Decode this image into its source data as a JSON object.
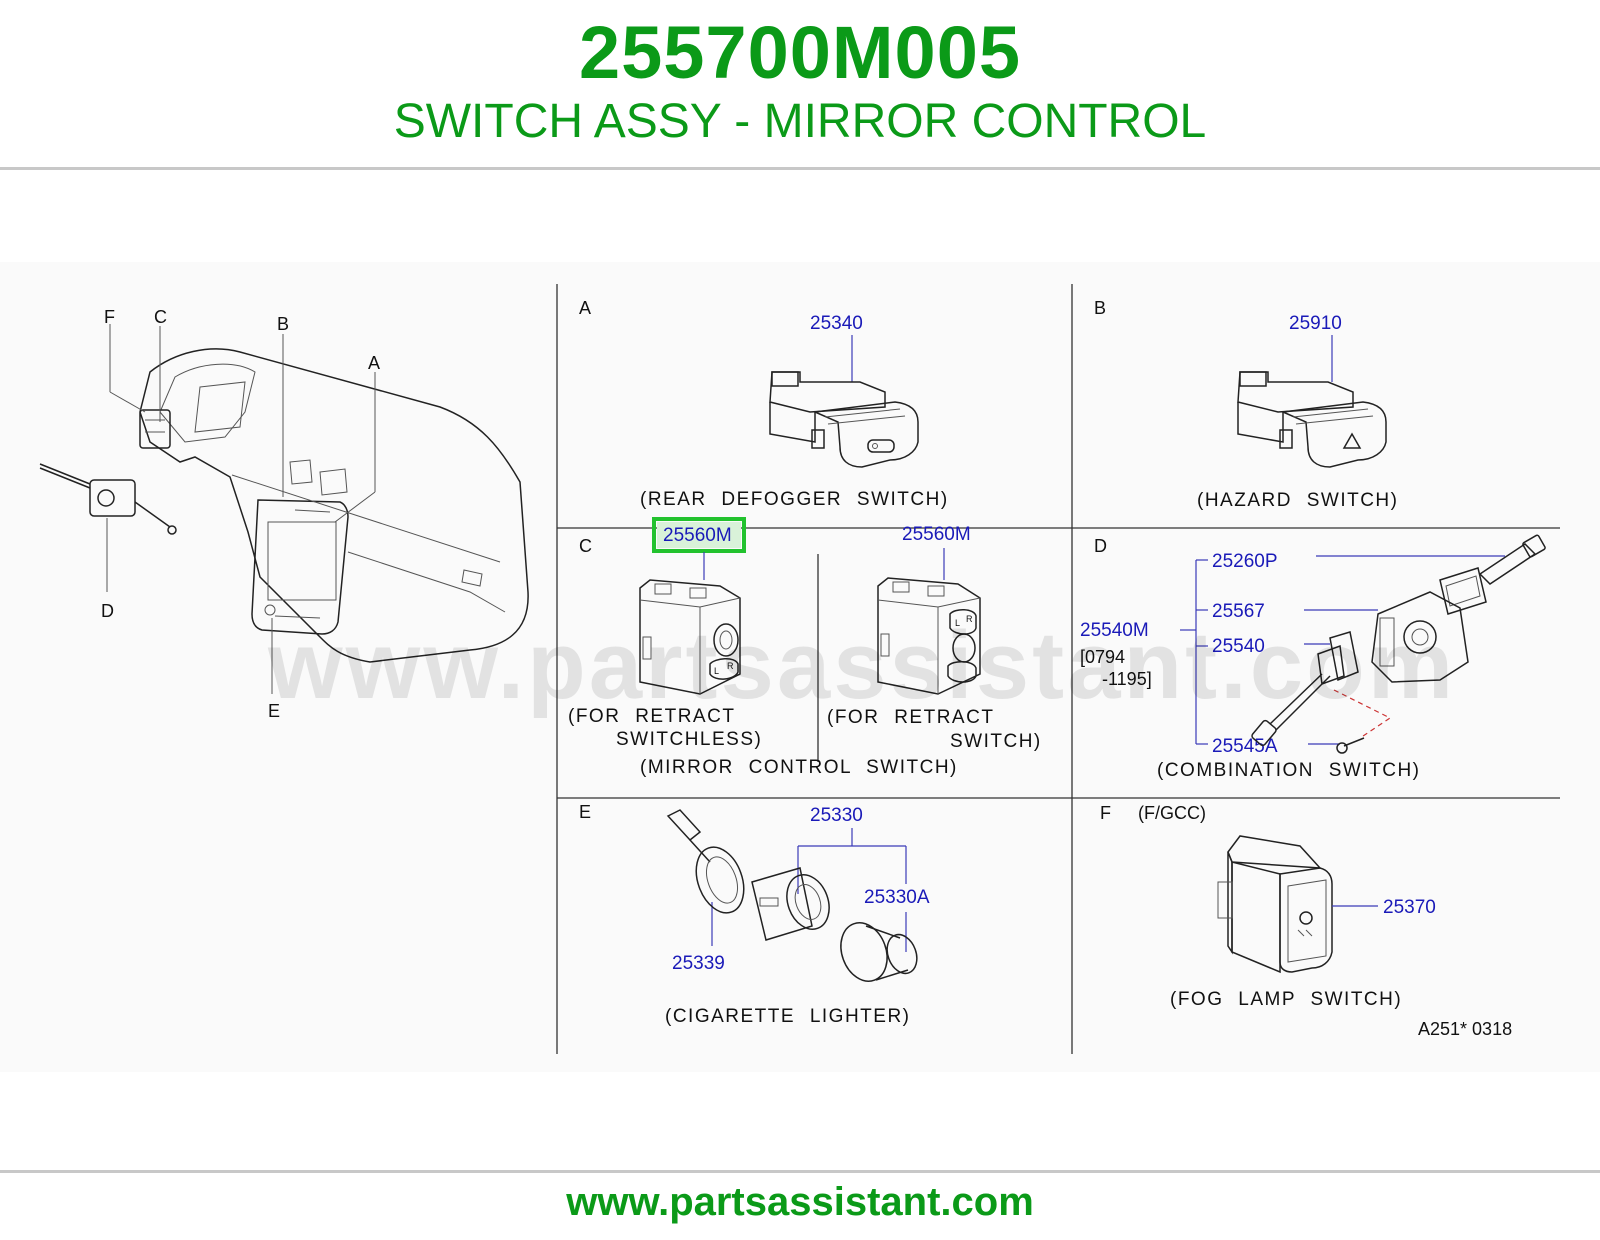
{
  "header": {
    "part_number": "255700M005",
    "part_description": "SWITCH ASSY - MIRROR CONTROL"
  },
  "overview": {
    "labels": {
      "A": "A",
      "B": "B",
      "C": "C",
      "D": "D",
      "E": "E",
      "F": "F"
    }
  },
  "panels": {
    "A": {
      "letter": "A",
      "part": "25340",
      "caption": "(REAR  DEFOGGER  SWITCH)"
    },
    "B": {
      "letter": "B",
      "part": "25910",
      "caption": "(HAZARD  SWITCH)"
    },
    "C": {
      "letter": "C",
      "left_part": "25560M",
      "left_caption_1": "(FOR  RETRACT",
      "left_caption_2": "SWITCHLESS)",
      "right_part": "25560M",
      "right_caption_1": "(FOR  RETRACT",
      "right_caption_2": "SWITCH)",
      "caption": "(MIRROR  CONTROL  SWITCH)"
    },
    "D": {
      "letter": "D",
      "assembly_part": "25540M",
      "date_range_1": "[0794",
      "date_range_2": "-1195]",
      "parts": [
        "25260P",
        "25567",
        "25540",
        "25545A"
      ],
      "caption": "(COMBINATION  SWITCH)"
    },
    "E": {
      "letter": "E",
      "parts": {
        "socket": "25339",
        "lighter": "25330",
        "knob": "25330A"
      },
      "caption": "(CIGARETTE  LIGHTER)"
    },
    "F": {
      "letter": "F",
      "variant": "(F/GCC)",
      "part": "25370",
      "caption": "(FOG  LAMP  SWITCH)",
      "drawing_ref": "A251*   0318"
    }
  },
  "watermark": "www.partsassistant.com",
  "footer": {
    "url": "www.partsassistant.com"
  },
  "colors": {
    "brand_green": "#0b9a18",
    "part_number_blue": "#1a1ab8",
    "highlight_green": "#22c22e"
  }
}
